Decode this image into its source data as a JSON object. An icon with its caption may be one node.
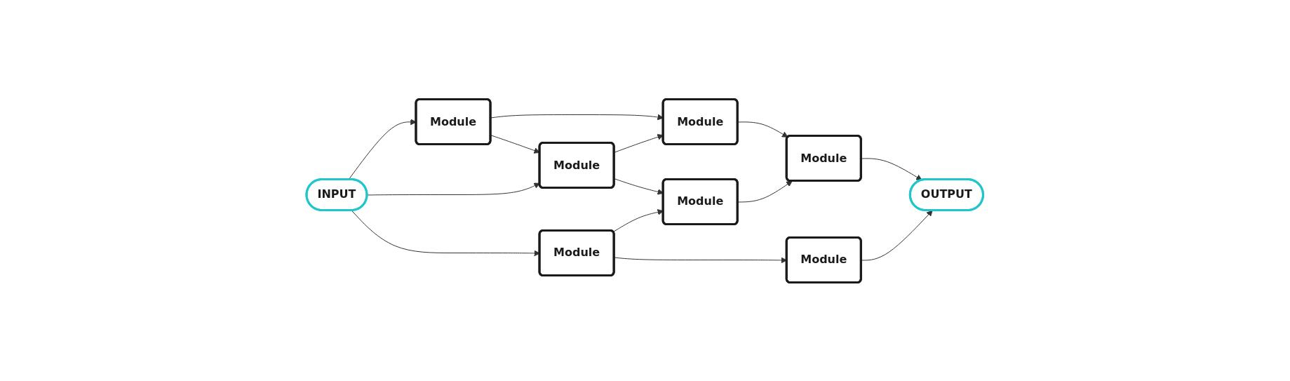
{
  "diagram": {
    "nodes": [
      {
        "text": [
          "INPUT"
        ]
      },
      {
        "text": [
          "Module"
        ]
      },
      {
        "text": [
          "Module"
        ]
      },
      {
        "text": [
          "Module"
        ]
      },
      {
        "text": [
          "Module"
        ]
      },
      {
        "text": [
          "Module"
        ]
      },
      {
        "text": [
          "Module"
        ]
      },
      {
        "text": [
          "Module"
        ]
      },
      {
        "text": [
          "OUTPUT"
        ]
      }
    ],
    "edges": [
      {
        "from": 0,
        "to": 1,
        "arrow": "to"
      },
      {
        "from": 0,
        "to": 2,
        "arrow": "to"
      },
      {
        "from": 0,
        "to": 3,
        "arrow": "to"
      },
      {
        "from": 1,
        "to": 4,
        "arrow": "to"
      },
      {
        "from": 1,
        "to": 2,
        "arrow": "to"
      },
      {
        "from": 2,
        "to": 4,
        "arrow": "to"
      },
      {
        "from": 2,
        "to": 5,
        "arrow": "to"
      },
      {
        "from": 3,
        "to": 5,
        "arrow": "to"
      },
      {
        "from": 3,
        "to": 6,
        "arrow": "to"
      },
      {
        "from": 4,
        "to": 7,
        "arrow": "to"
      },
      {
        "from": 5,
        "to": 7,
        "arrow": "to"
      },
      {
        "from": 7,
        "to": 8,
        "arrow": "to"
      },
      {
        "from": 6,
        "to": 8,
        "arrow": "to"
      }
    ]
  }
}
